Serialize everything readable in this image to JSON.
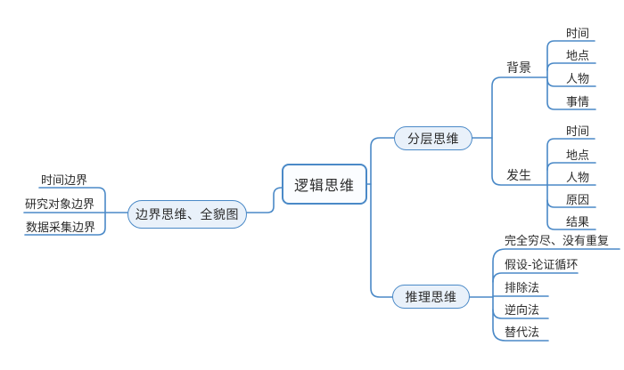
{
  "colors": {
    "line": "#4a89c7",
    "node_border": "#4a89c7",
    "node_fill": "#e9f1fa",
    "root_fill": "#fbfdff",
    "text": "#2b2b2b"
  },
  "map": {
    "root": "逻辑思维",
    "left_branch": {
      "label": "边界思维、全貌图",
      "children": [
        "时间边界",
        "研究对象边界",
        "数据采集边界"
      ]
    },
    "layered": {
      "label": "分层思维",
      "background": {
        "label": "背景",
        "children": [
          "时间",
          "地点",
          "人物",
          "事情"
        ]
      },
      "occurrence": {
        "label": "发生",
        "children": [
          "时间",
          "地点",
          "人物",
          "原因",
          "结果"
        ]
      }
    },
    "reasoning": {
      "label": "推理思维",
      "children": [
        "完全穷尽、没有重复",
        "假设-论证循环",
        "排除法",
        "逆向法",
        "替代法"
      ]
    }
  }
}
